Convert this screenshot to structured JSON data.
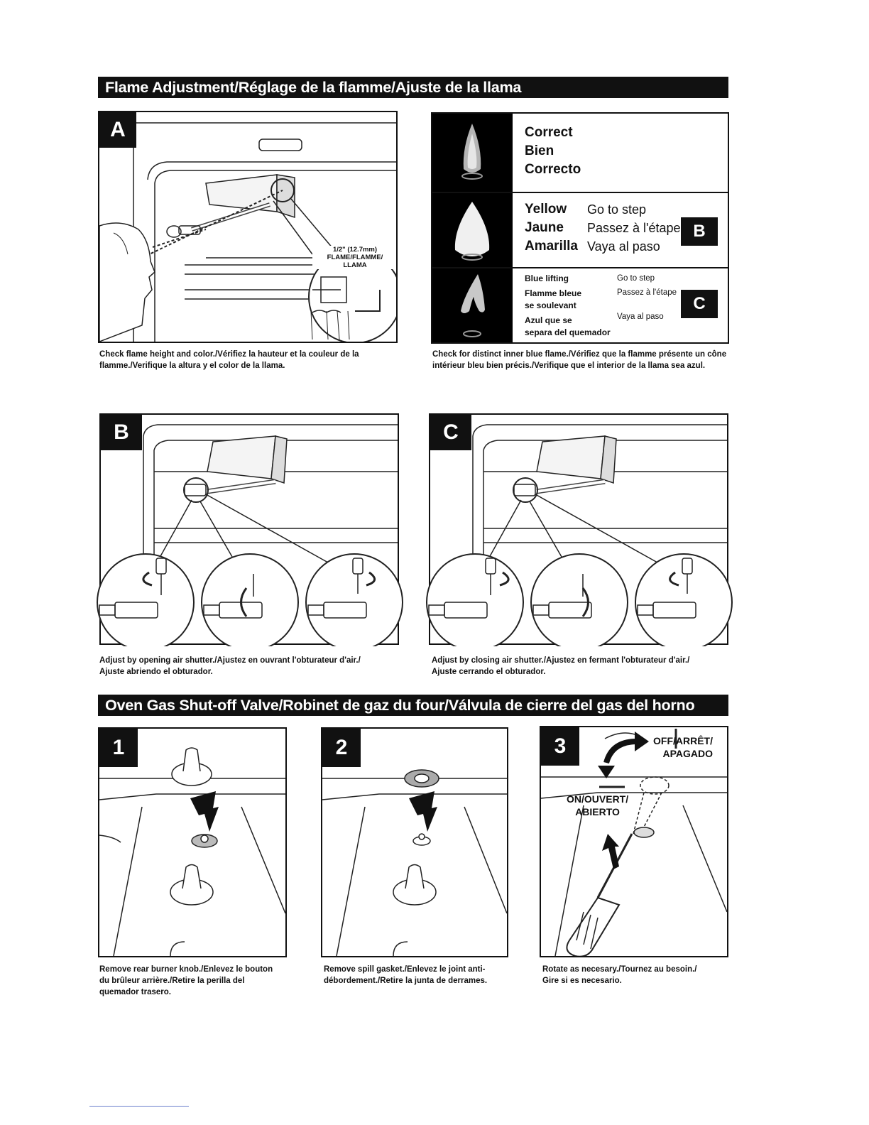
{
  "section1": {
    "title": "Flame Adjustment/Réglage de la flamme/Ajuste de la llama"
  },
  "section2": {
    "title": "Oven Gas Shut-off Valve/Robinet de gaz du four/Válvula de cierre del gas del horno"
  },
  "panelA": {
    "tag": "A",
    "callout": [
      "1/2\" (12.7mm)",
      "FLAME/FLAMME/",
      "LLAMA"
    ],
    "caption": [
      "Check flame height and color./Vérifiez la hauteur et la couleur de la",
      "flamme./Verifique la altura y el color de la llama."
    ]
  },
  "flames": {
    "correct": [
      "Correct",
      "Bien",
      "Correcto"
    ],
    "yellow": {
      "labels": [
        "Yellow",
        "Jaune",
        "Amarilla"
      ],
      "actions": [
        "Go to step",
        "Passez à l'étape",
        "Vaya al paso"
      ],
      "step": "B"
    },
    "blue": {
      "labels": [
        "Blue lifting",
        "Flamme bleue",
        "se soulevant",
        "Azul que se",
        "separa del quemador"
      ],
      "actions": [
        "Go to step",
        "Passez à l'étape",
        "Vaya al paso"
      ],
      "step": "C"
    },
    "caption": [
      "Check for distinct inner blue flame./Vérifiez que la flamme présente un cône",
      "intérieur bleu bien précis./Verifique que el interior de la llama sea azul."
    ]
  },
  "panelB": {
    "tag": "B",
    "caption": [
      "Adjust by opening air shutter./Ajustez en ouvrant l'obturateur d'air./",
      "Ajuste abriendo el obturador."
    ]
  },
  "panelC": {
    "tag": "C",
    "caption": [
      "Adjust by closing air shutter./Ajustez en fermant l'obturateur d'air./",
      "Ajuste cerrando el obturador."
    ]
  },
  "step1": {
    "tag": "1",
    "caption": [
      "Remove rear burner knob./Enlevez le bouton",
      "du brûleur arrière./Retire la perilla del",
      "quemador trasero."
    ]
  },
  "step2": {
    "tag": "2",
    "caption": [
      "Remove spill gasket./Enlevez le joint anti-",
      "débordement./Retire la junta de derrames."
    ]
  },
  "step3": {
    "tag": "3",
    "off": [
      "OFF/ARRÊT/",
      "APAGADO"
    ],
    "on": [
      "ON/OUVERT/",
      "ABIERTO"
    ],
    "caption": [
      "Rotate as necesary./Tournez au besoin./",
      "Gire si es necesario."
    ]
  }
}
